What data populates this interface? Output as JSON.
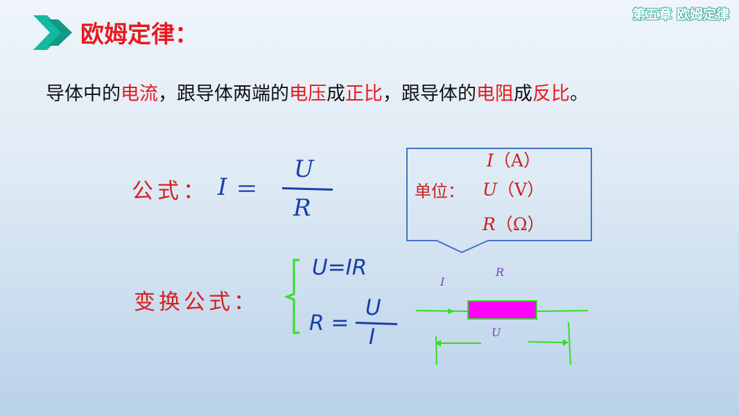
{
  "chapter_tag": "第五章 欧姆定律",
  "title": "欧姆定律：",
  "statement": {
    "p1": "导体中的",
    "h1": "电流",
    "p2": "，跟导体两端的",
    "h2": "电压",
    "p3": "成",
    "h3": "正比",
    "p4": "，跟导体的",
    "h4": "电阻",
    "p5": "成",
    "h5": "反比",
    "p6": "。"
  },
  "formula": {
    "label": "公式：",
    "lhs": "I",
    "equals": "＝",
    "numerator": "U",
    "denominator": "R"
  },
  "units": {
    "label": "单位：",
    "rows": [
      {
        "symbol": "I",
        "unit": "（A）"
      },
      {
        "symbol": "U",
        "unit": "（V）"
      },
      {
        "symbol": "R",
        "unit": "（Ω）"
      }
    ]
  },
  "transform": {
    "label": "变换公式：",
    "eq1": "U=IR",
    "eq2_lhs": "R =",
    "eq2_numerator": "U",
    "eq2_denominator": "I"
  },
  "diagram": {
    "current_label": "I",
    "resistor_label": "R",
    "voltage_label": "U"
  },
  "colors": {
    "accent_red": "#e8191e",
    "formula_blue": "#1a3ea8",
    "resistor_fill": "#ff00ff",
    "wire_green": "#33dd22",
    "callout_border": "#4472c4",
    "arrow_teal": "#12b8a0"
  }
}
